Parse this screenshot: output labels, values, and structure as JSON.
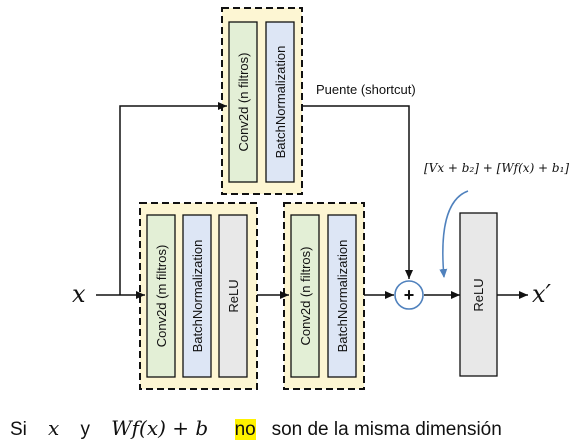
{
  "diagram": {
    "blocks": {
      "top": {
        "layer1": "Conv2d (n filtros)",
        "layer2": "BatchNormalization"
      },
      "left": {
        "layer1": "Conv2d (m filtros)",
        "layer2": "BatchNormalization",
        "layer3": "ReLU"
      },
      "middle": {
        "layer1": "Conv2d (n filtros)",
        "layer2": "BatchNormalization"
      },
      "final": {
        "layer1": "ReLU"
      }
    },
    "shortcut_label": "Puente (shortcut)",
    "input_label": "x",
    "output_label": "x′",
    "plus_symbol": "+",
    "annotation": "[Vx + b₂] + [Wf(x) + b₁]",
    "colors": {
      "conv_fill": "#e3efd6",
      "bn_fill": "#dde6f5",
      "relu_fill": "#e8e8e8",
      "group_fill": "#fdf6d3",
      "annotation_arrow": "#4f81bd"
    }
  },
  "caption": {
    "part1": "Si",
    "x": "x",
    "part2": "y",
    "expr": "Wf(x) + b",
    "highlight": "no",
    "rest": "son de la misma dimensión"
  }
}
